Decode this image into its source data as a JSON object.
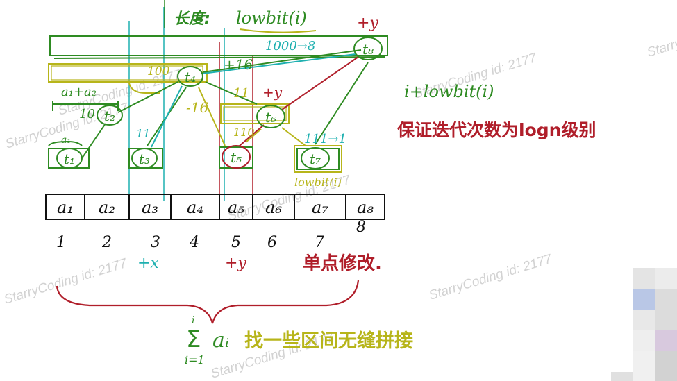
{
  "colors": {
    "green": "#2e8b22",
    "olive": "#b7b51a",
    "teal": "#1eb0b0",
    "red": "#b01e2a",
    "black": "#111111",
    "watermark": "#d2d2d2",
    "pixel_gray": "#dcdcdc",
    "pixel_blue": "#b9c7e6",
    "pixel_purple": "#d8c9de"
  },
  "header": {
    "length_label": "长度:",
    "lowbit_i": "lowbit(i)",
    "plus_y_top": "+y",
    "count_1000": "1000→8",
    "count_100": "100",
    "plus16": "+16",
    "minus16": "-16",
    "count_11_top": "11",
    "count_110": "110",
    "plus_y_mid": "+y",
    "count_111": "111→1",
    "lowbit_i_small": "lowbit(i)",
    "a1_plus_a2": "a₁+a₂",
    "count_10": "10",
    "a1_small": "a₁",
    "count_11_teal": "11"
  },
  "nodes": [
    {
      "id": "t1",
      "label": "t₁"
    },
    {
      "id": "t2",
      "label": "t₂"
    },
    {
      "id": "t3",
      "label": "t₃"
    },
    {
      "id": "t4",
      "label": "t₄"
    },
    {
      "id": "t5",
      "label": "t₅"
    },
    {
      "id": "t6",
      "label": "t₆"
    },
    {
      "id": "t7",
      "label": "t₇"
    },
    {
      "id": "t8",
      "label": "t₈"
    }
  ],
  "array": {
    "cells": [
      "a₁",
      "a₂",
      "a₃",
      "a₄",
      "a₅",
      "a₆",
      "a₇",
      "a₈"
    ],
    "indices": [
      "1",
      "2",
      "3",
      "4",
      "5",
      "6",
      "7",
      "8"
    ]
  },
  "notes": {
    "plus_x": "+x",
    "plus_y": "+y",
    "single_point_update": "单点修改.",
    "i_plus_lowbit": "i+lowbit(i)",
    "log_note": "保证迭代次数为logn级别",
    "sum_symbol": "Σ",
    "sum_top": "i",
    "sum_term": "aᵢ",
    "sum_bottom": "i=1",
    "splice_note": "找一些区间无缝拼接"
  },
  "watermarks": [
    "StarryCoding id: 2177",
    "StarryCoding id: 2177",
    "StarryCoding id: 2177",
    "StarryCoding id: 2177",
    "StarryCoding id: 2177",
    "StarryCoding id: 2177",
    "StarryCoding id: 2177",
    "Starry"
  ]
}
